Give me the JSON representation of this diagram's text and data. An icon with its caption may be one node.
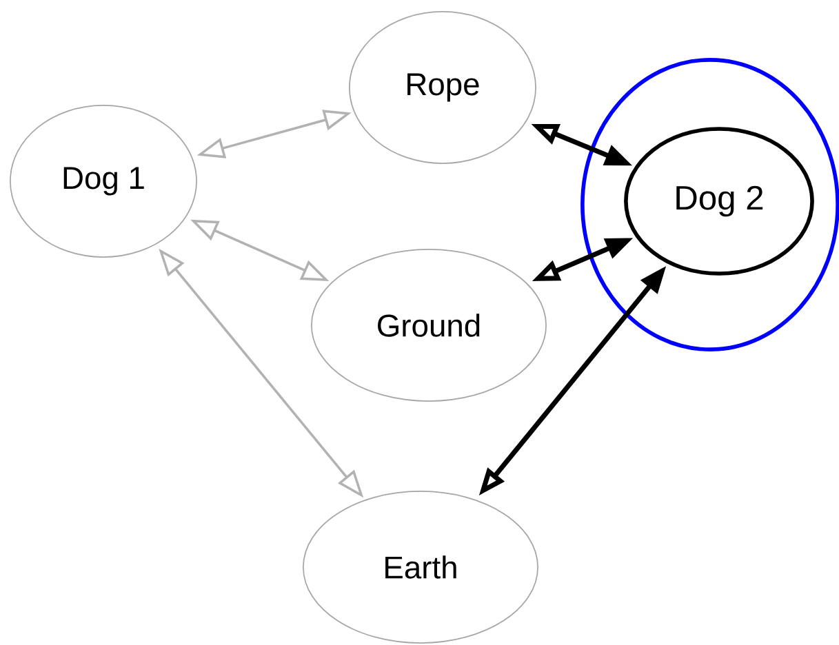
{
  "diagram": {
    "nodes": [
      {
        "text": [
          "Rope"
        ]
      },
      {
        "text": [
          "Dog 1"
        ]
      },
      {
        "text": [],
        "shape": "circle"
      },
      {
        "text": [
          "Dog 2"
        ],
        "in": 2
      },
      {
        "text": [
          "Ground"
        ]
      },
      {
        "text": [
          "Earth"
        ]
      }
    ],
    "edges": [
      {
        "from": 1,
        "to": 0,
        "arrow": "both"
      },
      {
        "from": 1,
        "to": 4,
        "arrow": "both"
      },
      {
        "from": 1,
        "to": 5,
        "arrow": "both"
      },
      {
        "from": 0,
        "to": 3,
        "arrow": "both",
        "style": "thick",
        "color": "#000000"
      },
      {
        "from": 4,
        "to": 3,
        "arrow": "both",
        "style": "thick",
        "color": "#000000"
      },
      {
        "from": 5,
        "to": 3,
        "arrow": "both",
        "style": "thick",
        "color": "#000000"
      }
    ]
  }
}
